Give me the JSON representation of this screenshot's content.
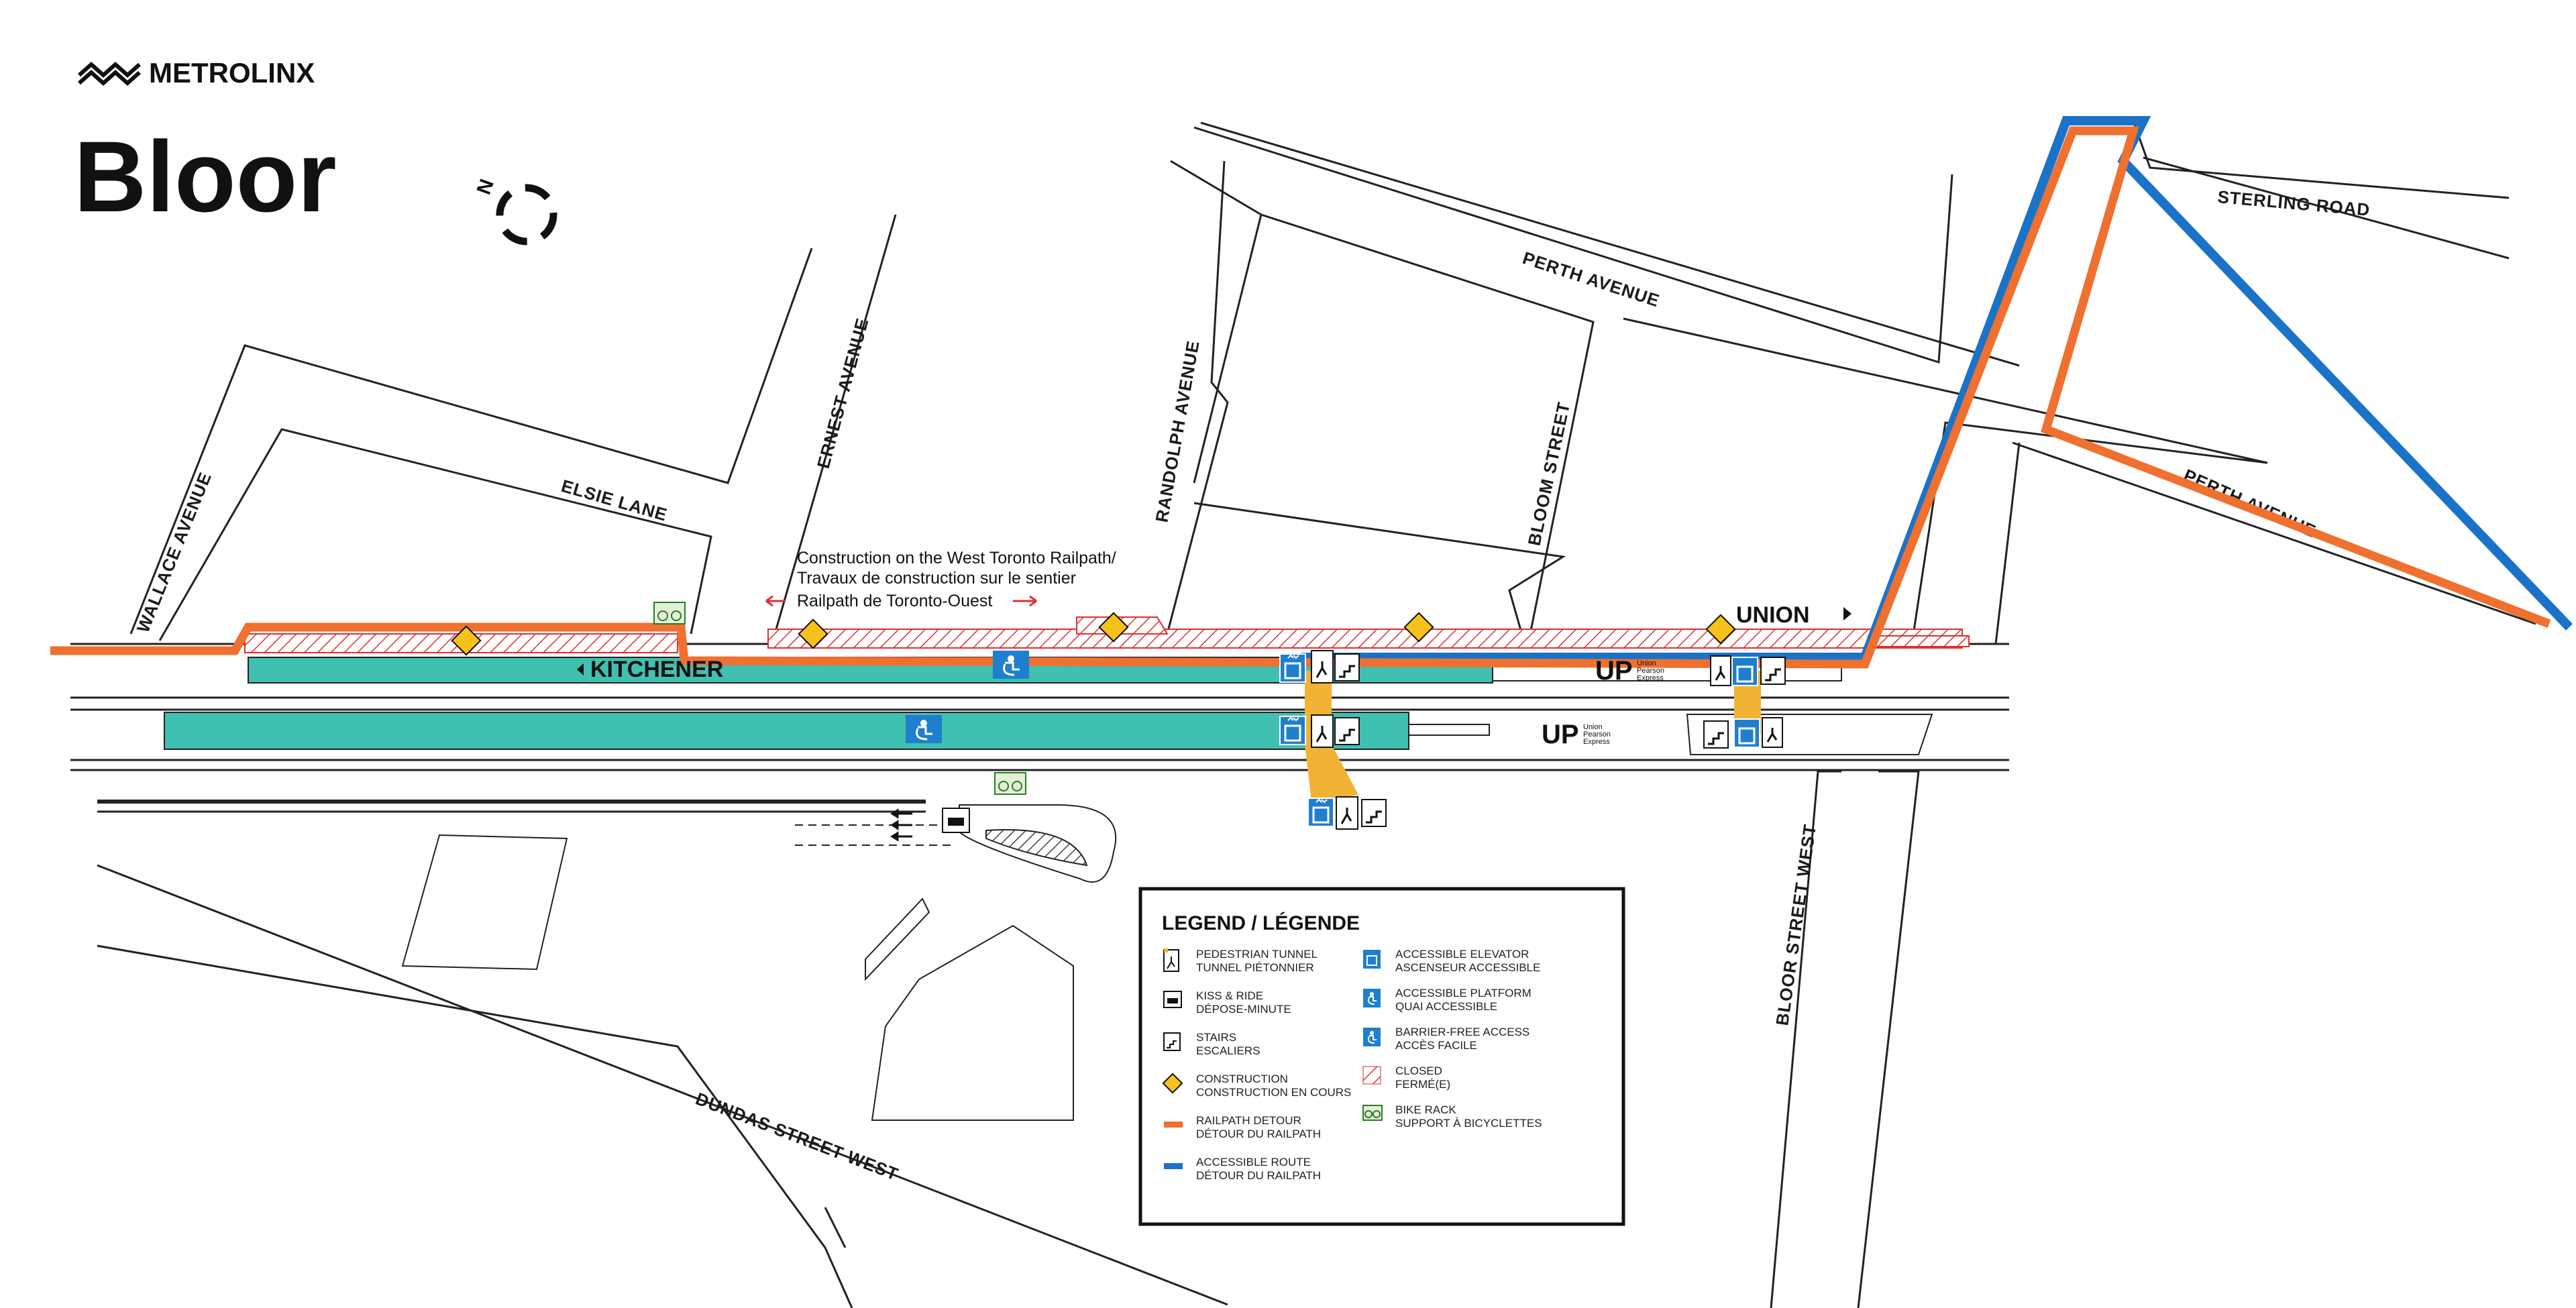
{
  "brand": {
    "name": "METROLINX"
  },
  "station": {
    "title": "Bloor"
  },
  "colors": {
    "platform": "#40c0b0",
    "railpath_detour": "#f07030",
    "accessible_route": "#1a73c8",
    "closed": "#e03030",
    "tunnel": "#f2b233",
    "construction": "#f6c21a",
    "access_blue": "#1f7fcf"
  },
  "streets": {
    "wallace": "WALLACE AVENUE",
    "elsie": "ELSIE LANE",
    "ernest": "ERNEST AVENUE",
    "randolph": "RANDOLPH AVENUE",
    "perth_top": "PERTH AVENUE",
    "bloom": "BLOOM STREET",
    "sterling": "STERLING ROAD",
    "perth_right": "PERTH AVENUE",
    "bloor_west": "BLOOR STREET WEST",
    "dundas": "DUNDAS STREET WEST"
  },
  "construction_note": {
    "line1": "Construction on the West Toronto Railpath/",
    "line2": "Travaux de construction sur le sentier",
    "line3": "Railpath de Toronto-Ouest"
  },
  "directions": {
    "kitchener": "KITCHENER",
    "union": "UNION"
  },
  "up_logo": {
    "mark": "UP",
    "line1": "Union",
    "line2": "Pearson",
    "line3": "Express"
  },
  "legend": {
    "title": "LEGEND / LÉGENDE",
    "items_left": [
      {
        "icon": "pedestrian-tunnel-icon",
        "en": "PEDESTRIAN TUNNEL",
        "fr": "TUNNEL PIÉTONNIER"
      },
      {
        "icon": "kiss-ride-icon",
        "en": "KISS & RIDE",
        "fr": "DÉPOSE-MINUTE"
      },
      {
        "icon": "stairs-icon",
        "en": "STAIRS",
        "fr": "ESCALIERS"
      },
      {
        "icon": "construction-icon",
        "en": "CONSTRUCTION",
        "fr": "CONSTRUCTION EN COURS"
      },
      {
        "icon": "railpath-detour-swatch",
        "en": "RAILPATH DETOUR",
        "fr": "DÉTOUR DU RAILPATH"
      },
      {
        "icon": "accessible-route-swatch",
        "en": "ACCESSIBLE ROUTE",
        "fr": "DÉTOUR DU RAILPATH"
      }
    ],
    "items_right": [
      {
        "icon": "elevator-icon",
        "en": "ACCESSIBLE ELEVATOR",
        "fr": "ASCENSEUR ACCESSIBLE"
      },
      {
        "icon": "accessible-platform-icon",
        "en": "ACCESSIBLE PLATFORM",
        "fr": "QUAI ACCESSIBLE"
      },
      {
        "icon": "barrier-free-icon",
        "en": "BARRIER-FREE ACCESS",
        "fr": "ACCÈS FACILE"
      },
      {
        "icon": "closed-swatch",
        "en": "CLOSED",
        "fr": "FERMÉ(E)"
      },
      {
        "icon": "bike-rack-icon",
        "en": "BIKE RACK",
        "fr": "SUPPORT À BICYCLETTES"
      }
    ]
  }
}
